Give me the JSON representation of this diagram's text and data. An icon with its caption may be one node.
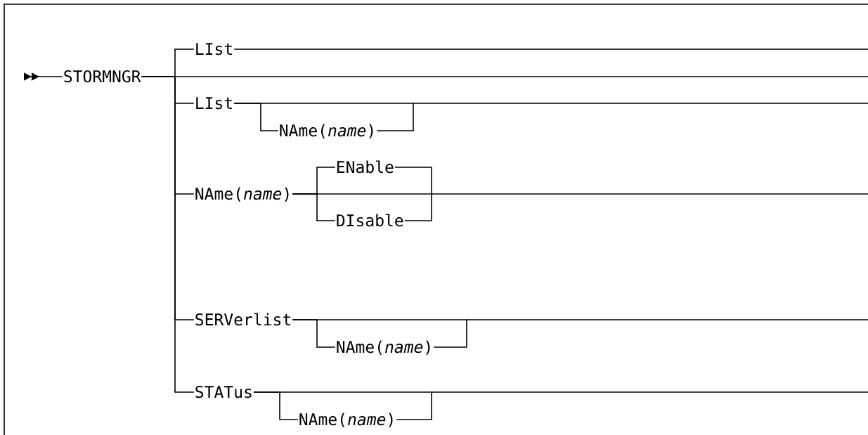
{
  "diagram": {
    "nodes": [
      {
        "text": [
          "STORMNGR"
        ]
      },
      {
        "text": [
          "LIst"
        ]
      },
      {
        "text": [
          "LIst"
        ]
      },
      {
        "text": [
          "NAme(*name*)"
        ]
      },
      {
        "text": [
          "NAme(*name*)"
        ]
      },
      {
        "text": [
          "ENable"
        ]
      },
      {
        "text": [
          "DIsable"
        ]
      },
      {
        "text": [
          "SERVerlist"
        ]
      },
      {
        "text": [
          "NAme(*name*)"
        ]
      },
      {
        "text": [
          "STATus"
        ]
      },
      {
        "text": [
          "NAme(*name*)"
        ]
      }
    ],
    "edges": [
      {
        "from": null,
        "to": 0,
        "arrow": "to"
      },
      {
        "from": 0,
        "to": 1,
        "arrow": "none"
      },
      {
        "from": 0,
        "to": null,
        "arrow": "none"
      },
      {
        "from": 0,
        "to": 2,
        "arrow": "none"
      },
      {
        "from": 0,
        "to": 4,
        "arrow": "none"
      },
      {
        "from": 0,
        "to": 7,
        "arrow": "none"
      },
      {
        "from": 0,
        "to": 9,
        "arrow": "none"
      },
      {
        "from": 1,
        "to": null,
        "arrow": "none"
      },
      {
        "from": 2,
        "to": 3,
        "arrow": "none"
      },
      {
        "from": 2,
        "to": null,
        "arrow": "none"
      },
      {
        "from": 3,
        "to": null,
        "arrow": "none"
      },
      {
        "from": 4,
        "to": 5,
        "arrow": "none"
      },
      {
        "from": 4,
        "to": 6,
        "arrow": "none"
      },
      {
        "from": 4,
        "to": null,
        "arrow": "none"
      },
      {
        "from": 5,
        "to": null,
        "arrow": "none"
      },
      {
        "from": 6,
        "to": null,
        "arrow": "none"
      },
      {
        "from": 7,
        "to": 8,
        "arrow": "none"
      },
      {
        "from": 7,
        "to": null,
        "arrow": "none"
      },
      {
        "from": 8,
        "to": null,
        "arrow": "none"
      },
      {
        "from": 9,
        "to": 10,
        "arrow": "none"
      },
      {
        "from": 9,
        "to": null,
        "arrow": "none"
      },
      {
        "from": 10,
        "to": null,
        "arrow": "none"
      }
    ]
  }
}
